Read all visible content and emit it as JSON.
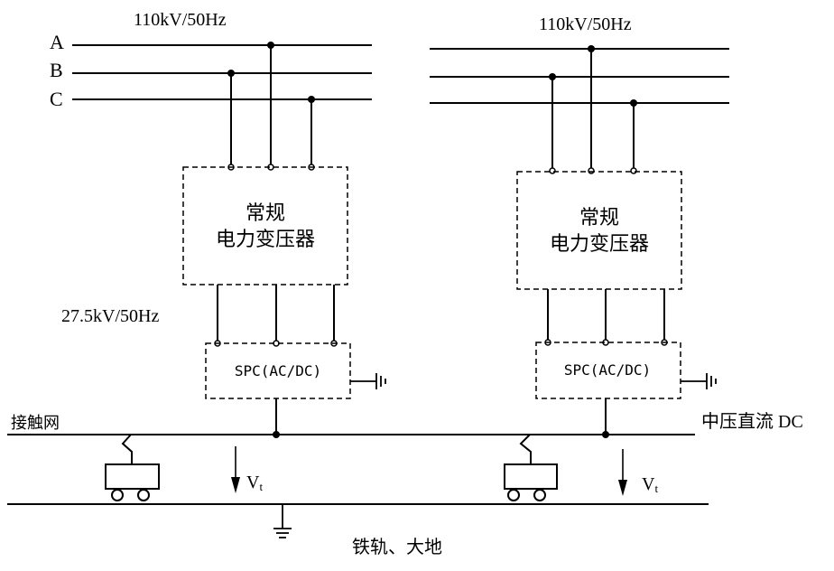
{
  "supply_left": {
    "label": "110kV/50Hz",
    "phases": [
      "A",
      "B",
      "C"
    ]
  },
  "supply_right": {
    "label": "110kV/50Hz"
  },
  "transformer": {
    "line1": "常规",
    "line2": "电力变压器"
  },
  "secondary_voltage": "27.5kV/50Hz",
  "converter": {
    "label": "SPC(AC/DC)"
  },
  "catenary": {
    "label": "接触网"
  },
  "dc_bus": {
    "label": "中压直流 DC"
  },
  "voltage": {
    "symbol": "V",
    "subscript": "t"
  },
  "rail": {
    "label": "铁轨、大地"
  },
  "colors": {
    "stroke": "#000000",
    "background": "#ffffff"
  }
}
